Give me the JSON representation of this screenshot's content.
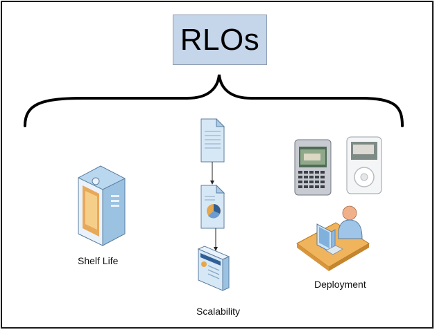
{
  "title": "RLOs",
  "nodes": [
    {
      "id": "shelf-life",
      "label": "Shelf Life"
    },
    {
      "id": "scalability",
      "label": "Scalability"
    },
    {
      "id": "deployment",
      "label": "Deployment"
    }
  ],
  "icons": [
    "server-icon",
    "document-icon",
    "chart-document-icon",
    "presentation-document-icon",
    "smartphone-icon",
    "media-player-icon",
    "user-at-computer-icon"
  ],
  "colors": {
    "title_box": "#c5d5ea",
    "brace": "#000000",
    "doc_blue": "#cfe3f3"
  }
}
